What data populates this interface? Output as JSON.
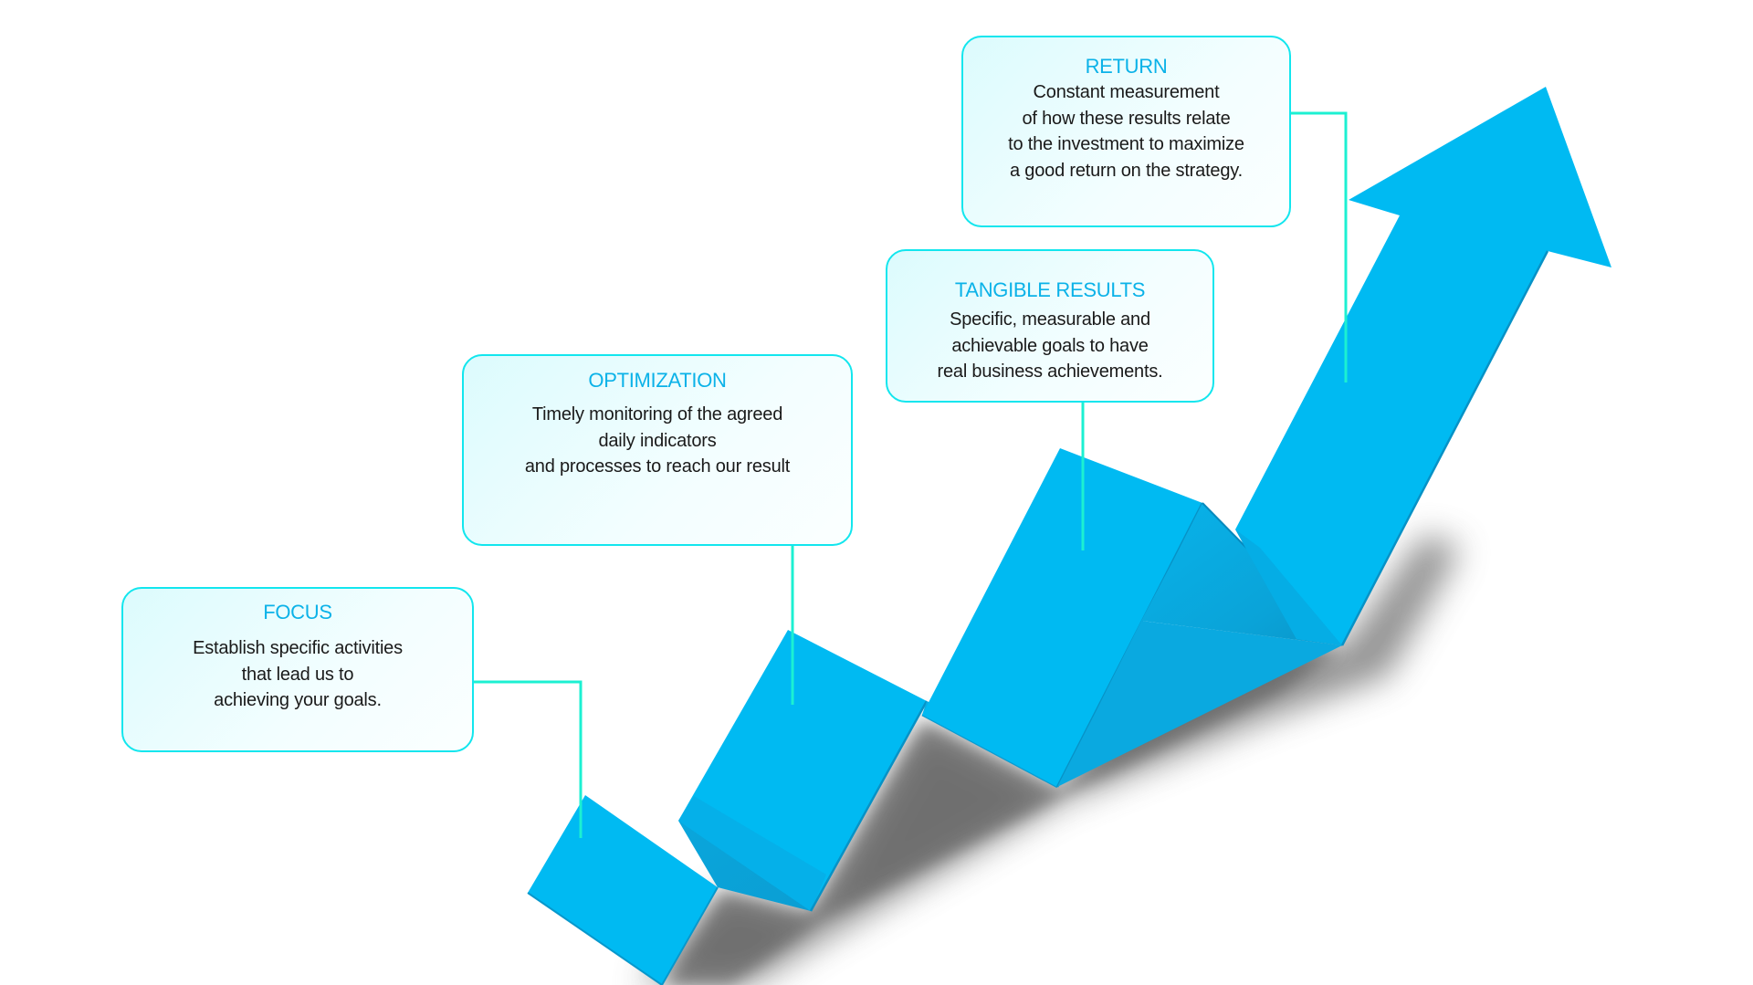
{
  "diagram": {
    "type": "rising-zigzag-arrow-infographic",
    "colors": {
      "arrow": "#00BAF2",
      "card_border": "#12E6EE",
      "connector": "#1CF0D2",
      "title": "#0BB2E8",
      "body_text": "#1a1a1a"
    },
    "steps": [
      {
        "id": "focus",
        "title": "FOCUS",
        "lines": [
          "Establish specific activities",
          "that lead us to",
          "achieving your goals."
        ]
      },
      {
        "id": "optimization",
        "title": "OPTIMIZATION",
        "lines": [
          "Timely monitoring of the agreed",
          "daily indicators",
          "and processes to reach our result"
        ]
      },
      {
        "id": "tangible_results",
        "title": "TANGIBLE RESULTS",
        "lines": [
          "Specific, measurable and",
          "achievable goals to have",
          "real business achievements."
        ]
      },
      {
        "id": "return",
        "title": "RETURN",
        "lines": [
          "Constant measurement",
          "of how these results relate",
          "to the investment to maximize",
          "a good return on the strategy."
        ]
      }
    ]
  }
}
